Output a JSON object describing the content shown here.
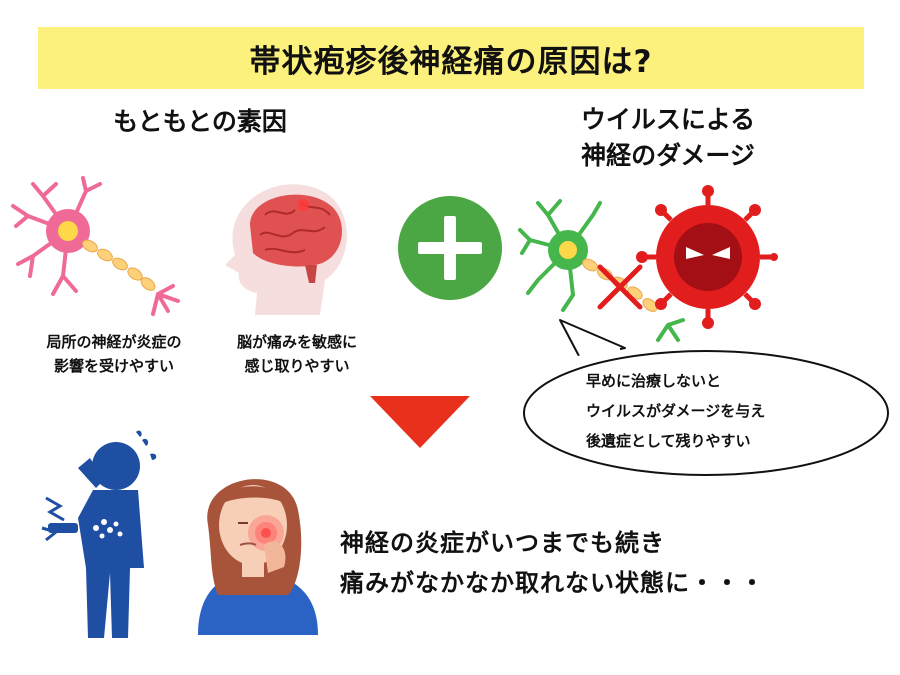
{
  "title": "帯状疱疹後神経痛の原因は?",
  "left_section": {
    "heading": "もともとの素因",
    "captions": [
      [
        "局所の神経が炎症の",
        "影響を受けやすい"
      ],
      [
        "脳が痛みを敏感に",
        "感じ取りやすい"
      ]
    ]
  },
  "right_section": {
    "heading": [
      "ウイルスによる",
      "神経のダメージ"
    ],
    "bubble": [
      "早めに治療しないと",
      "ウイルスがダメージを与え",
      "後遺症として残りやすい"
    ]
  },
  "conclusion": [
    "神経の炎症がいつまでも続き",
    "痛みがなかなか取れない状態に・・・"
  ],
  "colors": {
    "title_band": "#fdf17e",
    "plus_circle": "#4aa743",
    "down_arrow": "#e8301c",
    "virus": "#e21d1d",
    "man_figure": "#1e4fa3",
    "neuron_pink": "#f06a98",
    "neuron_green": "#45b64c"
  },
  "icons": [
    "neuron-icon",
    "brain-head-icon",
    "plus-icon",
    "virus-icon",
    "down-arrow-icon",
    "man-pain-icon",
    "woman-pain-icon"
  ]
}
